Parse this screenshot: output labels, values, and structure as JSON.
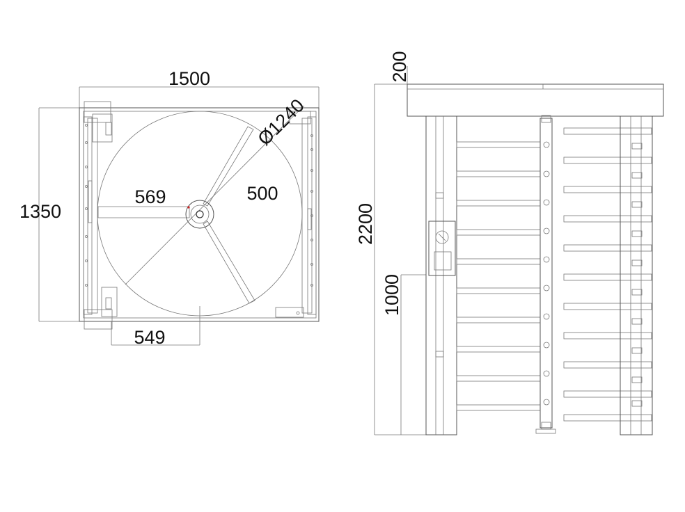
{
  "top_view": {
    "width_label": "1500",
    "depth_label": "1350",
    "diameter_label": "Ø1240",
    "arm_label": "500",
    "center_offset_label": "569",
    "bottom_offset_label": "549"
  },
  "side_view": {
    "top_cap_label": "200",
    "total_height_label": "2200",
    "reader_height_label": "1000"
  },
  "colors": {
    "line": "#555555",
    "text": "#111111",
    "accent": "#cc2222"
  }
}
